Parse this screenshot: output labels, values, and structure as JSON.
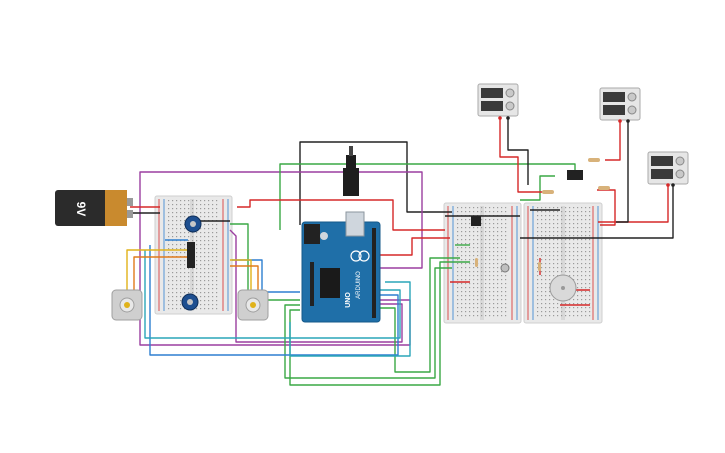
{
  "canvas": {
    "background": "#ffffff"
  },
  "battery": {
    "label": "9V",
    "body_color": "#2b2b2b",
    "cap_color": "#c98a2e"
  },
  "arduino": {
    "board_color": "#1f6fa8",
    "logo_text": "UNO",
    "brand_text": "ARDUINO"
  },
  "wire_colors": {
    "red": "#d62828",
    "black": "#222222",
    "green": "#3aa845",
    "purple": "#9b3fa0",
    "blue": "#2e7fd0",
    "cyan": "#2aa6b8",
    "yellow": "#e0b21a",
    "orange": "#e07b1a"
  },
  "components": {
    "motors": 2,
    "potentiometers": 2,
    "breadboards": 3,
    "power_supplies": 3,
    "buzzer": 1
  }
}
